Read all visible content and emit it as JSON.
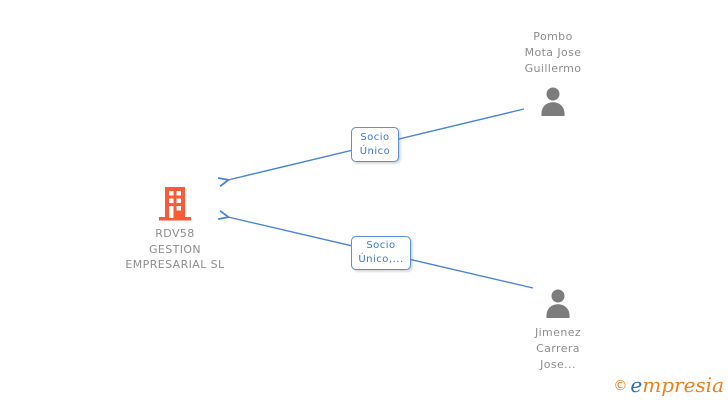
{
  "diagram": {
    "company": {
      "line1": "RDV58",
      "line2": "GESTION",
      "line3": "EMPRESARIAL SL",
      "icon": "building-icon",
      "icon_color": "#FA5A35"
    },
    "shareholders": [
      {
        "line1": "Pombo",
        "line2": "Mota Jose",
        "line3": "Guillermo",
        "icon": "person-icon"
      },
      {
        "line1": "Jimenez",
        "line2": "Carrera",
        "line3": "Jose...",
        "icon": "person-icon"
      }
    ],
    "edges": [
      {
        "label_line1": "Socio",
        "label_line2": "Único"
      },
      {
        "label_line1": "Socio",
        "label_line2": "Único,..."
      }
    ],
    "colors": {
      "edge_blue": "#4A82D8",
      "label_text_blue": "#3A78D4",
      "node_text_gray": "#8D8D8D",
      "person_gray": "#7C7C7C",
      "building_orange": "#FA5A35"
    }
  },
  "footer": {
    "copyright_symbol": "©",
    "brand_first_letter": "e",
    "brand_rest": "mpresia",
    "brand_orange": "#E8821E",
    "brand_blue": "#2273AE"
  }
}
